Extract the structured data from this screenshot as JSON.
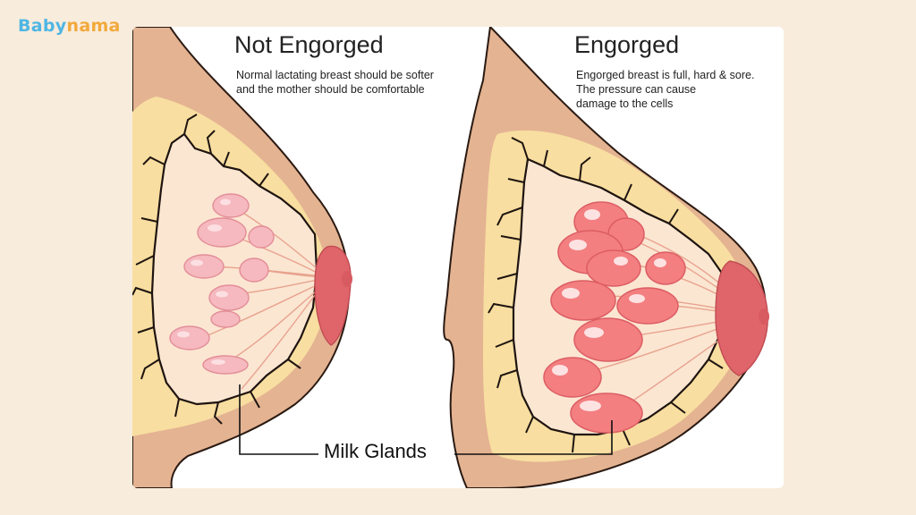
{
  "brand": {
    "part1": "Baby",
    "part2": "nama"
  },
  "left_panel": {
    "title": "Not Engorged",
    "caption_lines": [
      "Normal lactating breast should be softer",
      "and the mother should be comfortable"
    ]
  },
  "right_panel": {
    "title": "Engorged",
    "caption_lines": [
      "Engorged breast is full, hard & sore.",
      "The pressure can cause",
      "damage to the cells"
    ]
  },
  "shared_label": "Milk Glands",
  "colors": {
    "background": "#f8ecdd",
    "panel": "#ffffff",
    "skin": "#e4b392",
    "fat": "#f8dea0",
    "tissue": "#fbe6d2",
    "gland_normal": "#f5b9bf",
    "gland_engorged": "#f37f80",
    "nipple": "#e0656a",
    "duct": "#e8a38e",
    "brand_blue": "#4fb6e3",
    "brand_orange": "#f2a93b"
  }
}
